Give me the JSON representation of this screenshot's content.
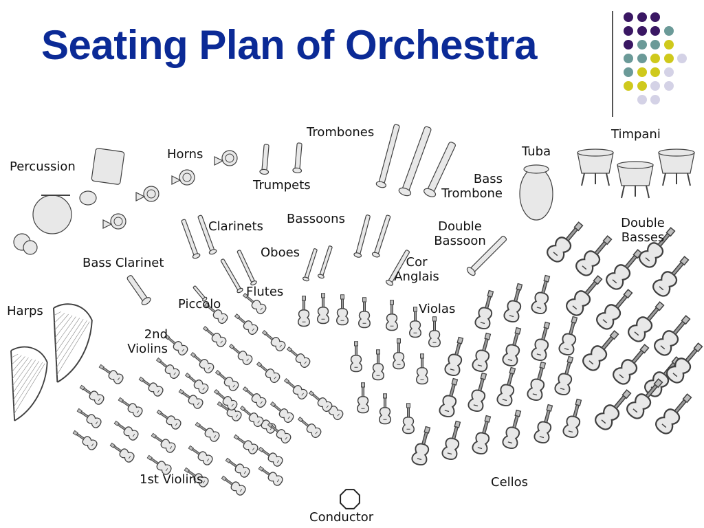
{
  "title": "Seating Plan of Orchestra",
  "colors": {
    "title": "#0b2a96",
    "purple": "#3a1763",
    "teal": "#6b9a98",
    "yellow": "#cfc91c",
    "lavender": "#d4d2e6",
    "outline": "#404040",
    "fill": "#e8e8e8"
  },
  "labels": {
    "percussion": "Percussion",
    "horns": "Horns",
    "trumpets": "Trumpets",
    "trombones": "Trombones",
    "tuba": "Tuba",
    "timpani": "Timpani",
    "bass_trombone": "Bass\nTrombone",
    "clarinets": "Clarinets",
    "bassoons": "Bassoons",
    "double_bassoon": "Double\nBassoon",
    "double_basses": "Double\nBasses",
    "bass_clarinet": "Bass Clarinet",
    "oboes": "Oboes",
    "cor_anglais": "Cor\nAnglais",
    "flutes": "Flutes",
    "piccolo": "Piccolo",
    "harps": "Harps",
    "second_violins": "2nd\nViolins",
    "violas": "Violas",
    "first_violins": "1st Violins",
    "cellos": "Cellos",
    "conductor": "Conductor"
  },
  "icons": {
    "decor": "dot-grid-decoration",
    "conductor": "conductor-octagon-icon"
  }
}
